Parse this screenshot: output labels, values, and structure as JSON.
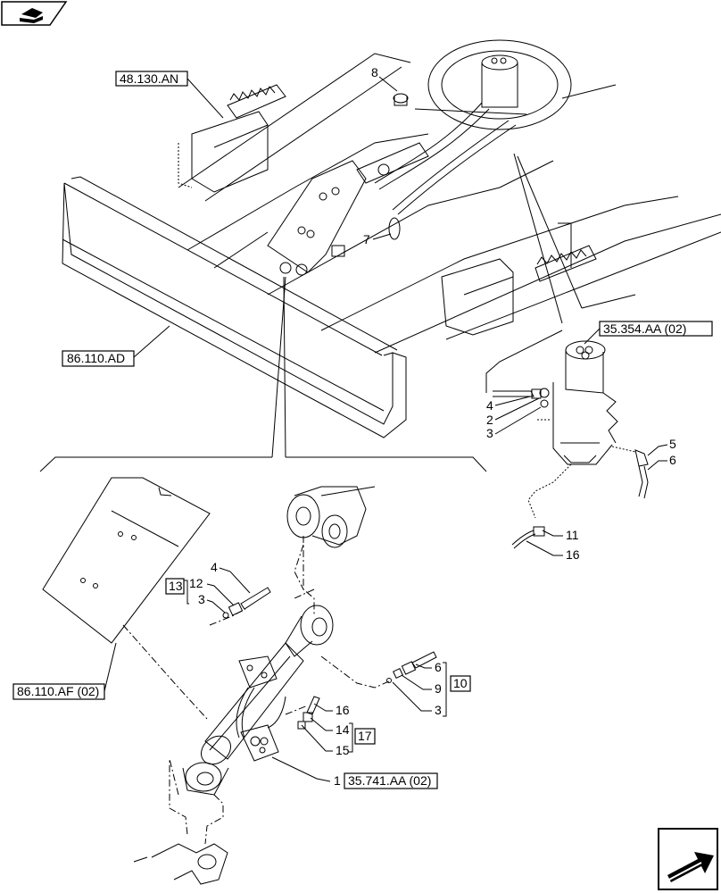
{
  "references": {
    "r48130": "48.130.AN",
    "r86110ad": "86.110.AD",
    "r35354": "35.354.AA (02)",
    "r86110af": "86.110.AF (02)",
    "r35741": "35.741.AA (02)"
  },
  "callouts": {
    "c8": "8",
    "c7": "7",
    "top4": "4",
    "top2": "2",
    "top3": "3",
    "top5": "5",
    "top6": "6",
    "c11": "11",
    "c16a": "16",
    "bot4": "4",
    "bot12": "12",
    "bot3a": "3",
    "g13": "13",
    "bot6": "6",
    "bot9": "9",
    "bot3b": "3",
    "g10": "10",
    "bot16": "16",
    "bot14": "14",
    "bot15": "15",
    "g17": "17",
    "c1": "1"
  },
  "icons": {
    "top_left": "book-hand-icon",
    "bottom_right": "next-page-arrow-icon"
  }
}
